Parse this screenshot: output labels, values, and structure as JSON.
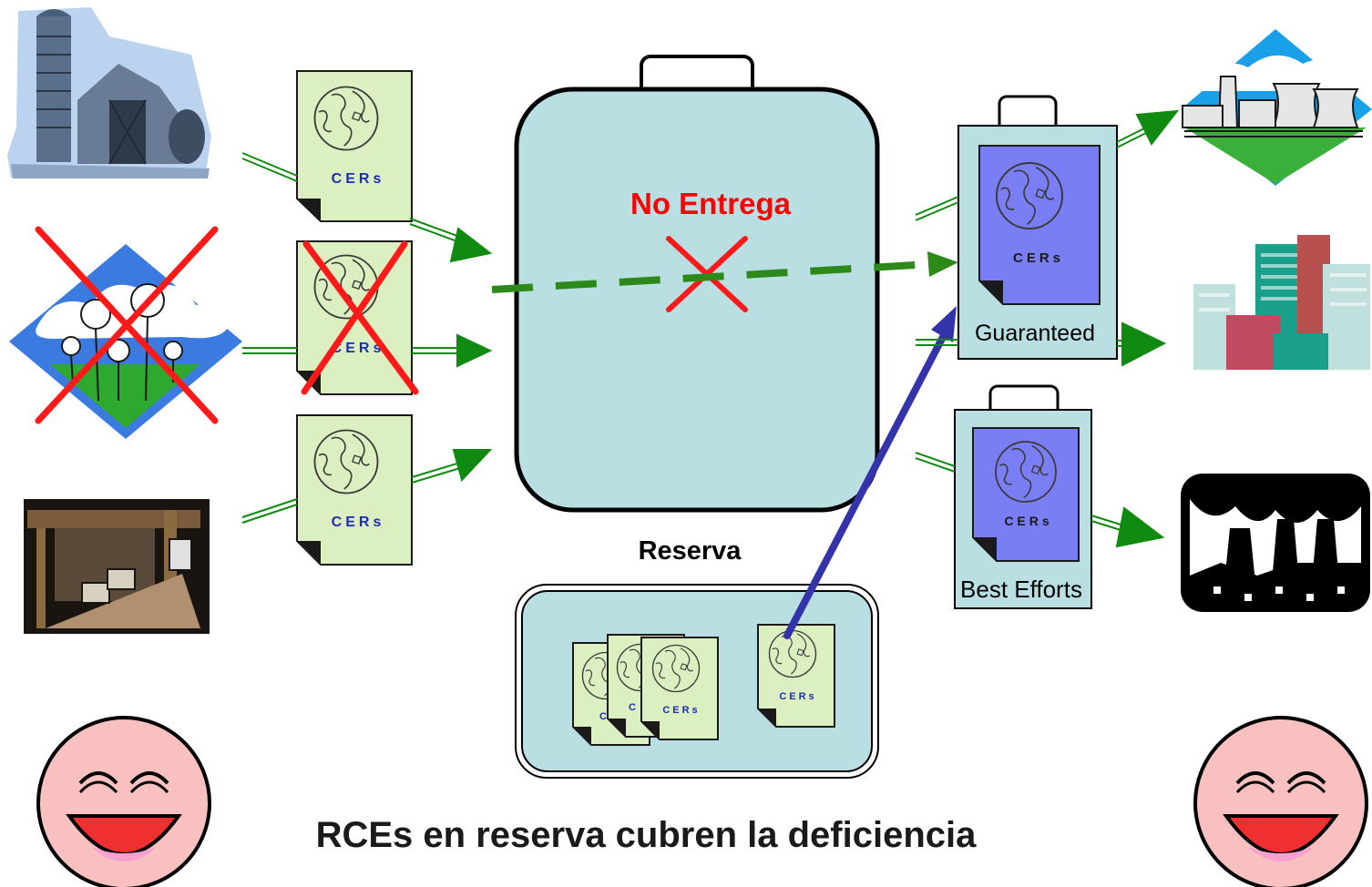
{
  "colors": {
    "reserve_fill": "#b9dfe3",
    "cert_fill": "#dcefc0",
    "cert_purple": "#7a7ef4",
    "arrow_green": "#108a10",
    "dashed_green": "#2d8a1a",
    "cross_red": "#ff1a1a",
    "blue_arrow": "#3333aa",
    "face_pink": "#f9c0c0",
    "title_red": "#ff0000"
  },
  "sources": [
    {
      "icon": "farm-barn-icon",
      "delivers": true
    },
    {
      "icon": "wind-farm-icon",
      "delivers": false
    },
    {
      "icon": "coal-mine-icon",
      "delivers": true
    }
  ],
  "certificates": {
    "label": "CERs"
  },
  "reserve": {
    "status": "No Entrega",
    "label": "Reserva"
  },
  "buyer_products": {
    "guaranteed": "Guaranteed",
    "best_efforts": "Best Efforts"
  },
  "buyers": [
    {
      "icon": "power-plant-icon"
    },
    {
      "icon": "city-buildings-icon"
    },
    {
      "icon": "factory-icon"
    }
  ],
  "caption": "RCEs en reserva cubren la deficiencia",
  "faces": [
    {
      "icon": "happy-face-icon"
    },
    {
      "icon": "happy-face-icon"
    }
  ]
}
